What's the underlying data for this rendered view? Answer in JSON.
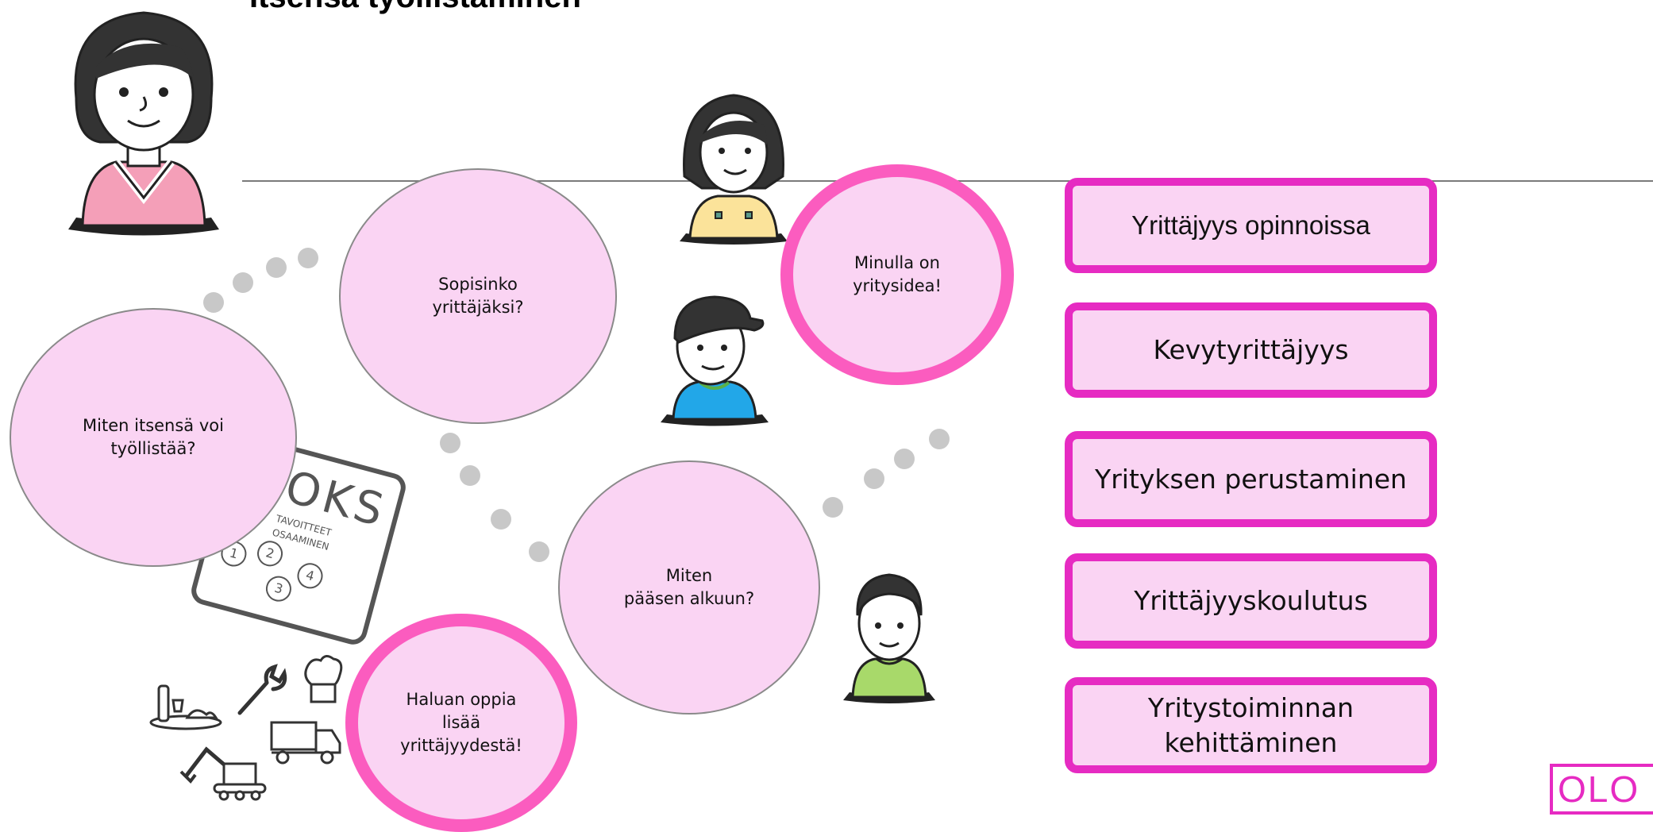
{
  "title": "Itsensä työllistäminen",
  "bubbles": {
    "q1": "Miten itsensä voi\ntyöllistää?",
    "q2": "Sopisinko\nyrittäjäksi?",
    "q3": "Minulla on\nyritysidea!",
    "q4": "Miten\npääsen alkuun?",
    "q5": "Haluan oppia\nlisää\nyrittäjyydestä!"
  },
  "tiles": [
    "Yrittäjyys opinnoissa",
    "Kevytyrittäjyys",
    "Yrityksen perustaminen",
    "Yrittäjyyskoulutus",
    "Yritystoiminnan\nkehittäminen"
  ],
  "hoks": {
    "heading": "HOKS",
    "line1": "TAVOITTEET",
    "line2": "OSAAMINEN",
    "steps": [
      "1",
      "2",
      "3",
      "4"
    ]
  },
  "logo": "OLO",
  "colors": {
    "accent": "#e62bc2",
    "bubble_fill": "#fad4f3",
    "bubble_ring": "#fb5cbf"
  }
}
